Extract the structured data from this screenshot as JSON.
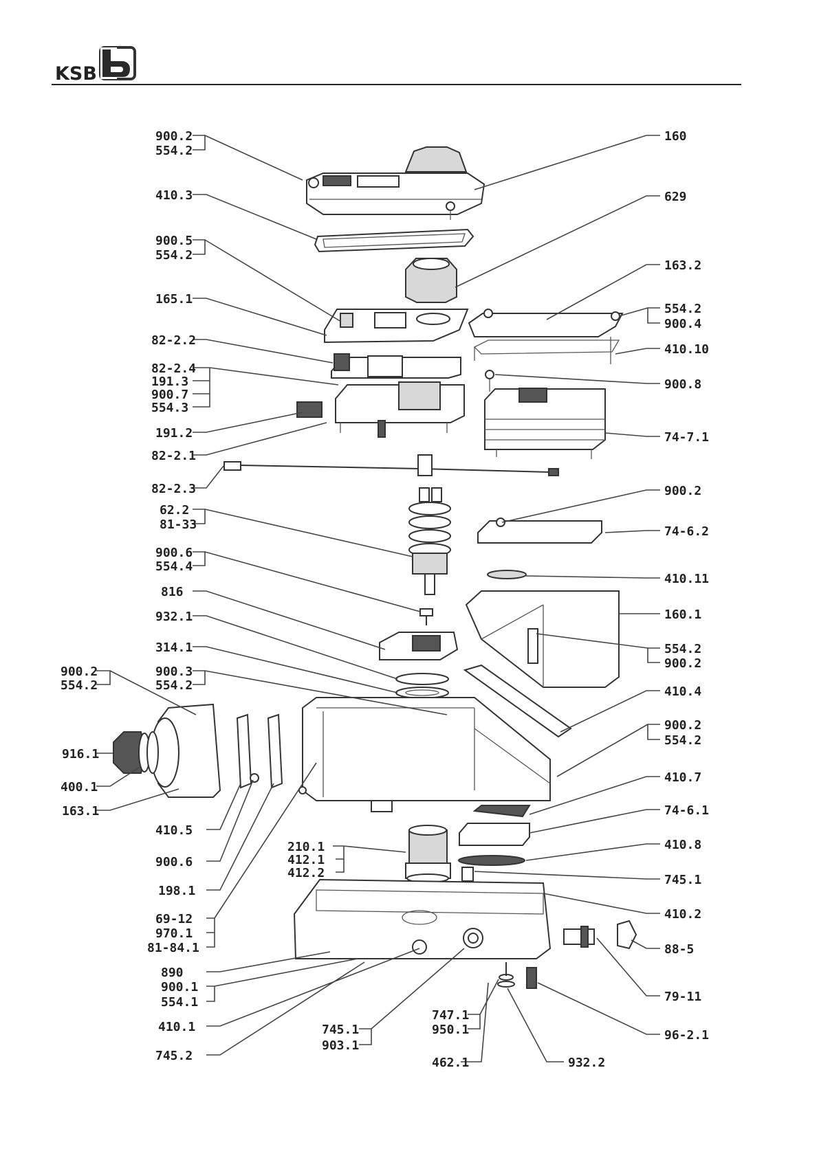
{
  "header": {
    "brand": "KSB"
  },
  "labels": {
    "l900_2a": "900.2",
    "l554_2a": "554.2",
    "l410_3": "410.3",
    "l900_5": "900.5",
    "l554_2b": "554.2",
    "l165_1": "165.1",
    "l82_2_2": "82-2.2",
    "l82_2_4": "82-2.4",
    "l191_3": "191.3",
    "l900_7": "900.7",
    "l554_3": "554.3",
    "l191_2": "191.2",
    "l82_2_1": "82-2.1",
    "l82_2_3": "82-2.3",
    "l62_2": "62.2",
    "l81_33": "81-33",
    "l900_6a": "900.6",
    "l554_4": "554.4",
    "l816": "816",
    "l932_1": "932.1",
    "l314_1": "314.1",
    "l900_3": "900.3",
    "l554_2c": "554.2",
    "l900_2b": "900.2",
    "l554_2d": "554.2",
    "l916_1": "916.1",
    "l400_1": "400.1",
    "l163_1": "163.1",
    "l410_5": "410.5",
    "l900_6b": "900.6",
    "l198_1": "198.1",
    "l69_12": "69-12",
    "l970_1": "970.1",
    "l81_84_1": "81-84.1",
    "l890": "890",
    "l900_1": "900.1",
    "l554_1": "554.1",
    "l410_1": "410.1",
    "l745_2": "745.2",
    "l210_1": "210.1",
    "l412_1": "412.1",
    "l412_2": "412.2",
    "l745_1a": "745.1",
    "l903_1": "903.1",
    "l462_1": "462.1",
    "l747_1": "747.1",
    "l950_1": "950.1",
    "l932_2": "932.2",
    "r160": "160",
    "r629": "629",
    "r163_2": "163.2",
    "r554_2a": "554.2",
    "r900_4": "900.4",
    "r410_10": "410.10",
    "r900_8": "900.8",
    "r74_7_1": "74-7.1",
    "r900_2a": "900.2",
    "r74_6_2": "74-6.2",
    "r410_11": "410.11",
    "r160_1": "160.1",
    "r554_2b": "554.2",
    "r900_2b": "900.2",
    "r410_4": "410.4",
    "r900_2c": "900.2",
    "r554_2c": "554.2",
    "r410_7": "410.7",
    "r74_6_1": "74-6.1",
    "r410_8": "410.8",
    "r745_1": "745.1",
    "r410_2": "410.2",
    "r88_5": "88-5",
    "r79_11": "79-11",
    "r96_2_1": "96-2.1"
  }
}
